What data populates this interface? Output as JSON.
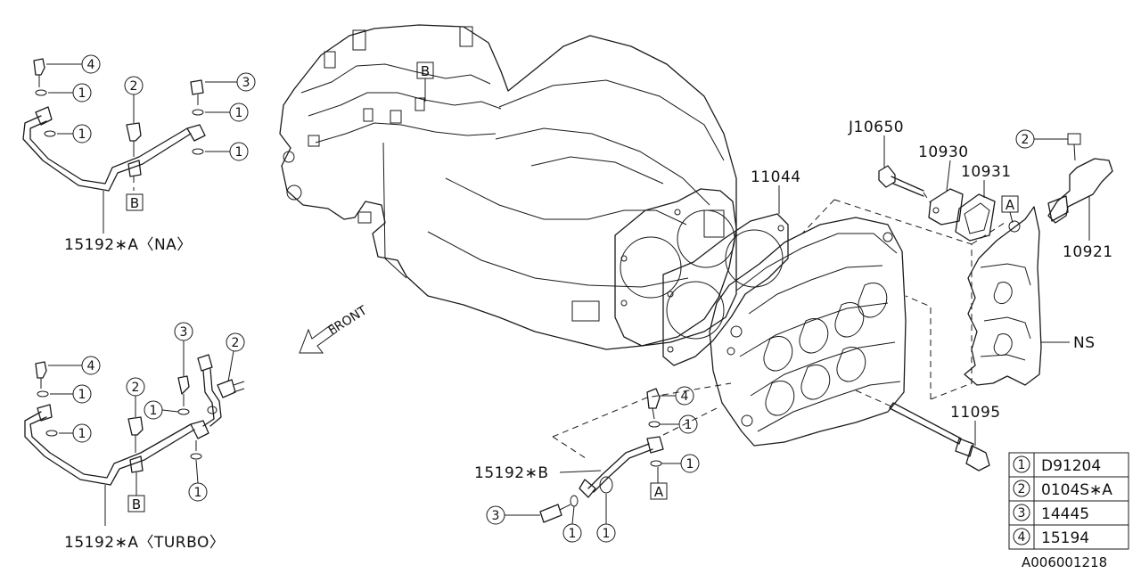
{
  "drawing": {
    "reference_id": "A006001218",
    "front_label": "FRONT"
  },
  "labels": {
    "p11044": "11044",
    "j10650": "J10650",
    "p10930": "10930",
    "p10931": "10931",
    "p10921": "10921",
    "ns": "NS",
    "p11095": "11095",
    "p15192b": "15192∗B",
    "p15192a_na": "15192∗A〈NA〉",
    "p15192a_turbo": "15192∗A〈TURBO〉"
  },
  "markers": {
    "a": "A",
    "b": "B"
  },
  "callouts": {
    "c1": "1",
    "c2": "2",
    "c3": "3",
    "c4": "4"
  },
  "legend": [
    {
      "num": "1",
      "part": "D91204"
    },
    {
      "num": "2",
      "part": "0104S∗A"
    },
    {
      "num": "3",
      "part": "14445"
    },
    {
      "num": "4",
      "part": "15194"
    }
  ]
}
